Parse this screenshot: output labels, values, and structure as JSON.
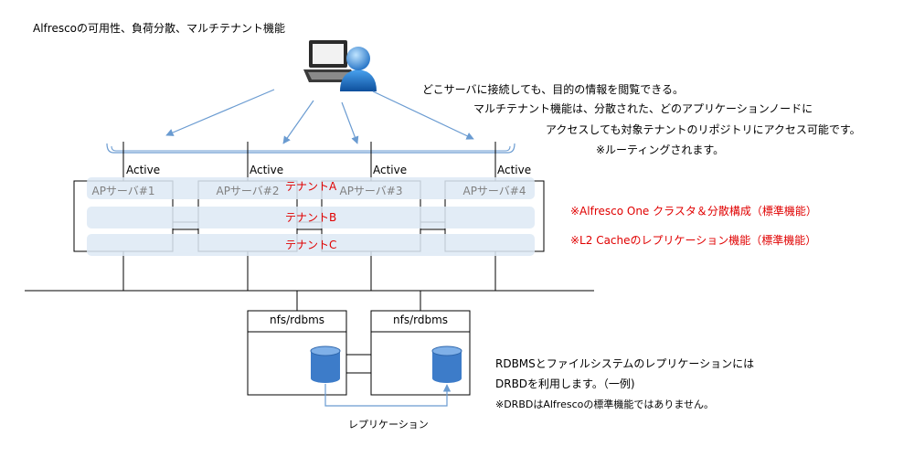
{
  "title": "Alfrescoの可用性、負荷分散、マルチテナント機能",
  "notes": [
    "どこサーバに接続しても、目的の情報を閲覧できる。",
    "マルチテナント機能は、分散された、どのアプリケーションノードに",
    "アクセスしても対象テナントのリポジトリにアクセス可能です。",
    "※ルーティングされます。"
  ],
  "active_label": "Active",
  "servers": [
    "APサーバ#1",
    "APサーバ#2",
    "APサーバ#3",
    "APサーバ#4"
  ],
  "tenants": [
    "テナントA",
    "テナントB",
    "テナントC"
  ],
  "features": [
    "※Alfresco One クラスタ＆分散構成（標準機能）",
    "※L2 Cacheのレプリケーション機能（標準機能）"
  ],
  "storage_nodes": [
    "nfs/rdbms",
    "nfs/rdbms"
  ],
  "replication_label": "レプリケーション",
  "db_notes": [
    "RDBMSとファイルシステムのレプリケーションには",
    "DRBDを利用します。（一例)",
    "※DRBDはAlfrescoの標準機能ではありません。"
  ],
  "colors": {
    "arrow": "#6a9bd1",
    "tenant_band": "#dde9f5",
    "database": "#3d7cc9",
    "red_text": "#e00000"
  },
  "icons": {
    "user": "user-with-laptop-icon",
    "database": "database-cylinder-icon"
  }
}
